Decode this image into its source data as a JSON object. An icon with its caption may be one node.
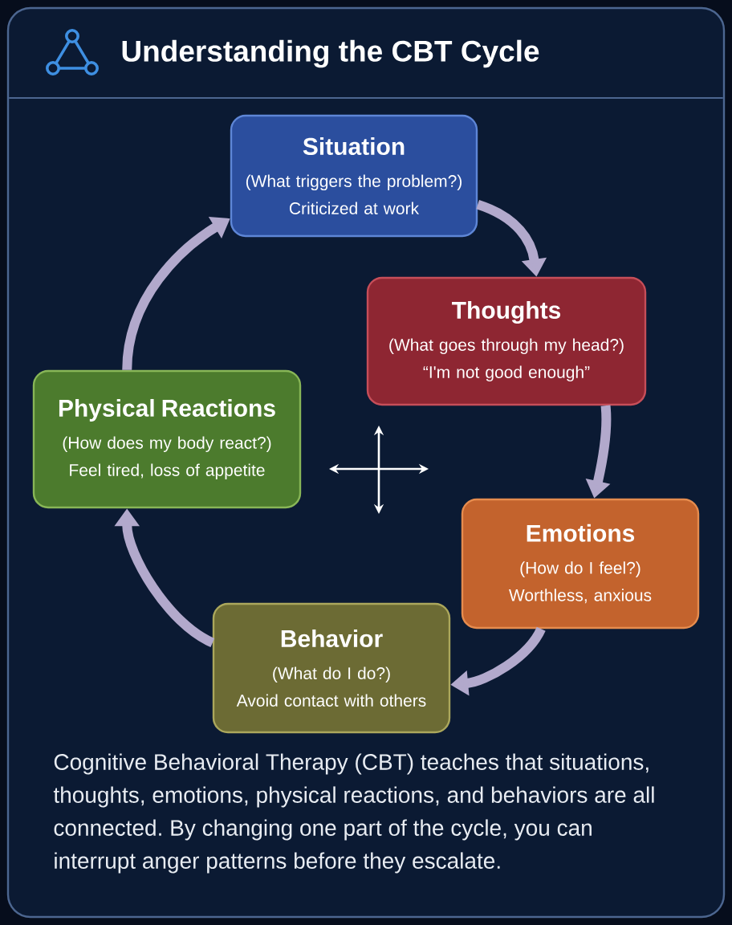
{
  "diagram": {
    "title": "Understanding the CBT Cycle",
    "nodes": [
      {
        "text": [
          "Situation",
          "(What triggers the problem?)",
          "Criticized at work"
        ]
      },
      {
        "text": [
          "Thoughts",
          "(What goes through my head?)",
          "“I'm not good enough”"
        ]
      },
      {
        "text": [
          "Physical Reactions",
          "(How does my body react?)",
          "Feel tired, loss of appetite"
        ]
      },
      {
        "text": [
          "Emotions",
          "(How do I feel?)",
          "Worthless, anxious"
        ]
      },
      {
        "text": [
          "Behavior",
          "(What do I do?)",
          "Avoid contact with others"
        ]
      }
    ],
    "edges": [
      {
        "from": 0,
        "to": 1,
        "arrow": "to"
      },
      {
        "from": 1,
        "to": 3,
        "arrow": "to"
      },
      {
        "from": 3,
        "to": 4,
        "arrow": "to"
      },
      {
        "from": 4,
        "to": 2,
        "arrow": "to"
      },
      {
        "from": 2,
        "to": 0,
        "arrow": "to"
      }
    ],
    "caption": "Cognitive Behavioral Therapy (CBT) teaches that situations, thoughts, emotions, physical reactions, and behaviors are all connected. By changing one part of the cycle, you can interrupt anger patterns before they escalate."
  }
}
